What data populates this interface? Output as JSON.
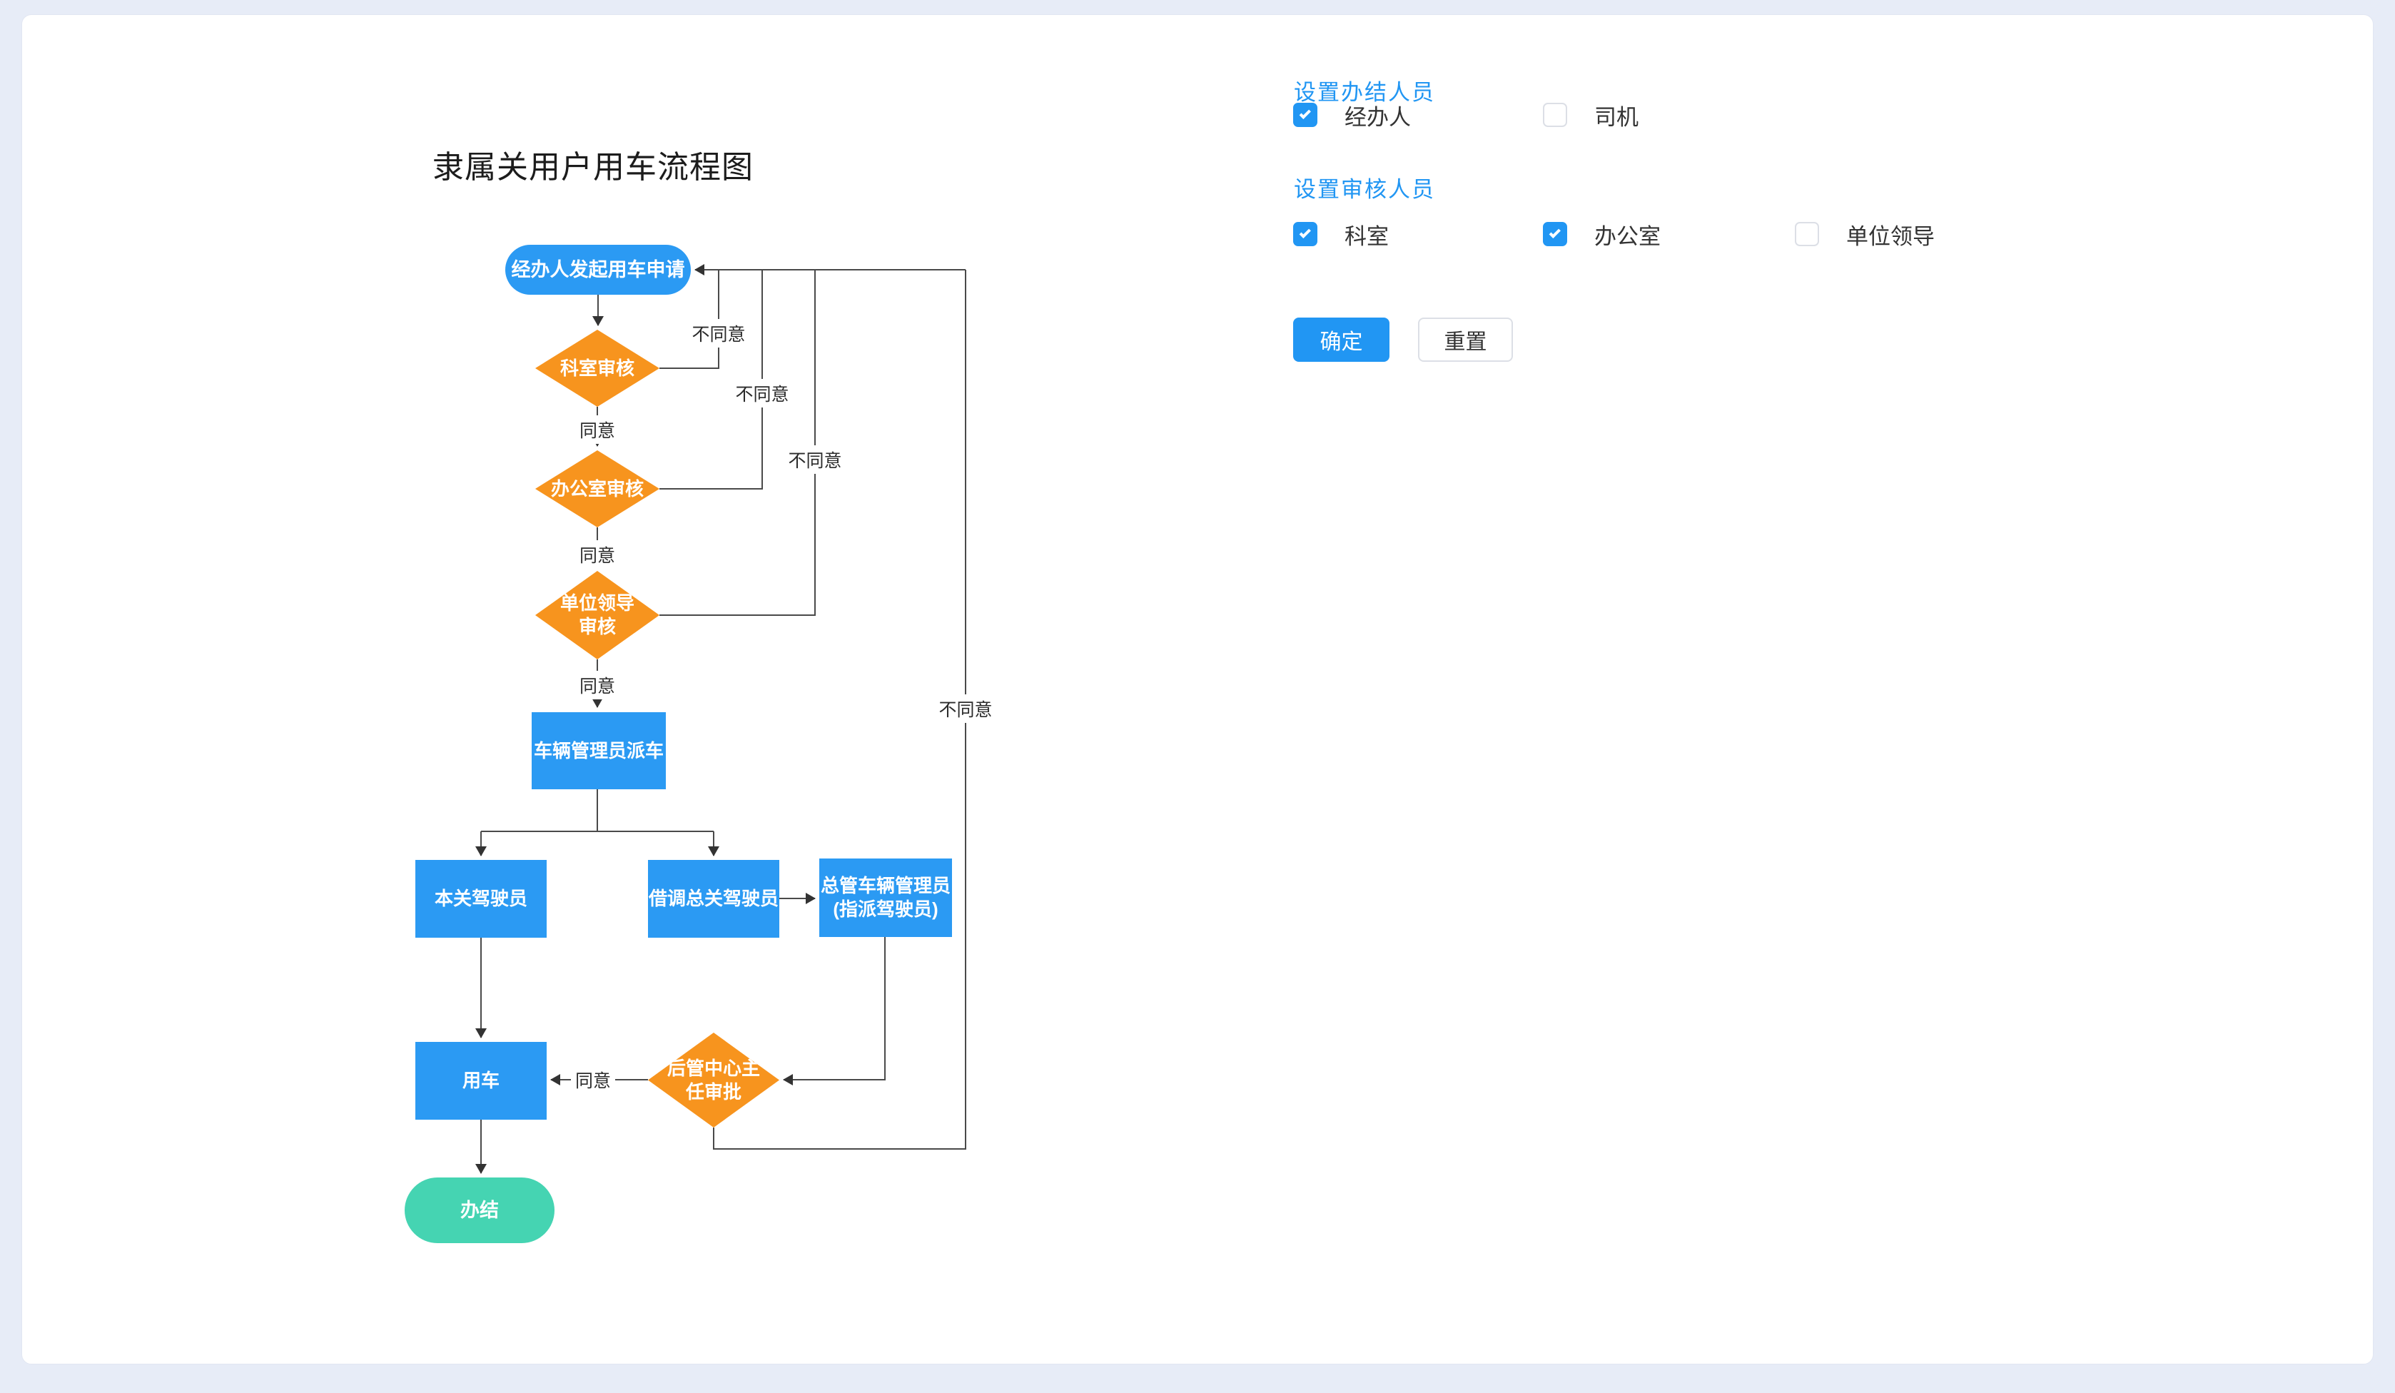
{
  "page": {
    "title": "隶属关用户用车流程图"
  },
  "colors": {
    "accent": "#2196f3",
    "node_blue": "#2b9af3",
    "node_orange": "#f7941e",
    "node_teal": "#45d4b2",
    "line": "#4a4a4a"
  },
  "flowchart": {
    "nodes": {
      "start": {
        "label": "经办人发起用车申请",
        "type": "start"
      },
      "keshi": {
        "label": "科室审核",
        "type": "decision"
      },
      "bangongshi": {
        "label": "办公室审核",
        "type": "decision"
      },
      "danwei": {
        "line1": "单位领导",
        "line2": "审核",
        "type": "decision"
      },
      "paiche": {
        "label": "车辆管理员派车",
        "type": "process"
      },
      "benguan": {
        "label": "本关驾驶员",
        "type": "process"
      },
      "jiediao": {
        "label": "借调总关驾驶员",
        "type": "process"
      },
      "zongguan": {
        "line1": "总管车辆管理员",
        "line2": "(指派驾驶员)",
        "type": "process"
      },
      "houguan": {
        "line1": "后管中心主",
        "line2": "任审批",
        "type": "decision"
      },
      "yongche": {
        "label": "用车",
        "type": "process"
      },
      "banjie": {
        "label": "办结",
        "type": "end"
      }
    },
    "edge_labels": {
      "agree": "同意",
      "disagree": "不同意"
    }
  },
  "panel": {
    "finish_section": {
      "title": "设置办结人员",
      "options": [
        {
          "label": "经办人",
          "checked": true
        },
        {
          "label": "司机",
          "checked": false
        }
      ]
    },
    "review_section": {
      "title": "设置审核人员",
      "options": [
        {
          "label": "科室",
          "checked": true
        },
        {
          "label": "办公室",
          "checked": true
        },
        {
          "label": "单位领导",
          "checked": false
        }
      ]
    },
    "buttons": {
      "confirm": "确定",
      "reset": "重置"
    }
  }
}
